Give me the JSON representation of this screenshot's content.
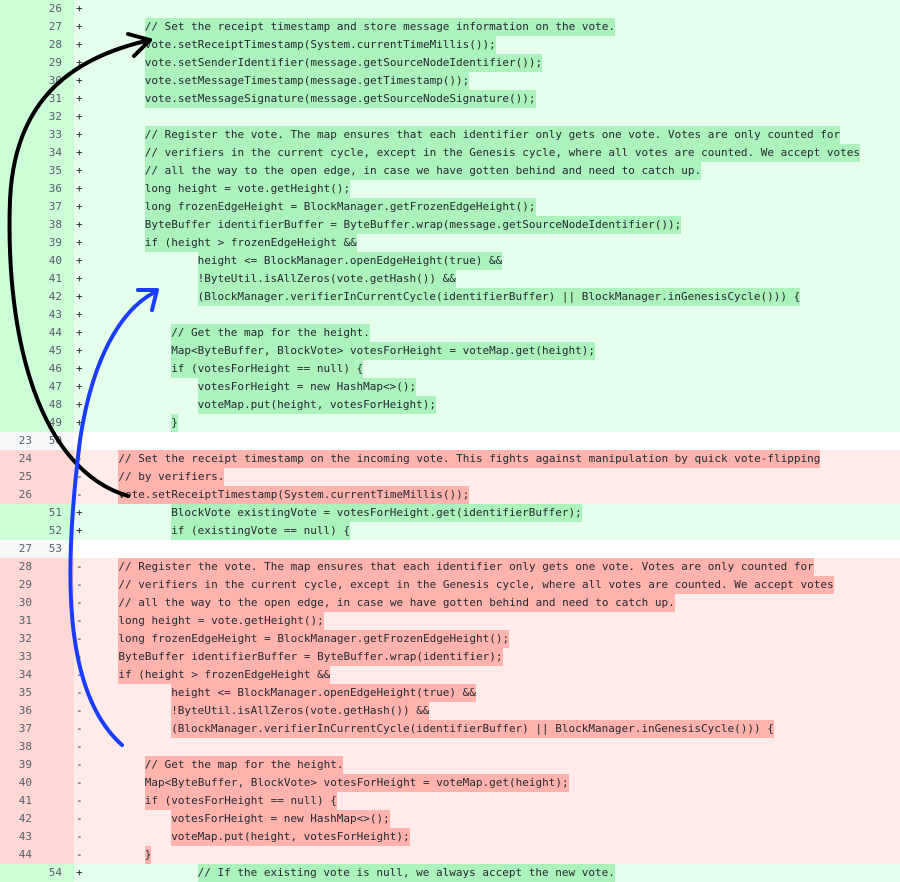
{
  "colors": {
    "add_bg": "#e6ffec",
    "add_hl": "#abf2bc",
    "del_bg": "#ffebe9",
    "del_hl": "#ffb3ad",
    "arrow_black": "#000000",
    "arrow_blue": "#1a3cff"
  },
  "lines": [
    {
      "old": "",
      "new": "26",
      "type": "add",
      "mark": "+",
      "indent": 0,
      "text": ""
    },
    {
      "old": "",
      "new": "27",
      "type": "add",
      "mark": "+",
      "indent": 8,
      "text": "// Set the receipt timestamp and store message information on the vote."
    },
    {
      "old": "",
      "new": "28",
      "type": "add",
      "mark": "+",
      "indent": 8,
      "text": "vote.setReceiptTimestamp(System.currentTimeMillis());"
    },
    {
      "old": "",
      "new": "29",
      "type": "add",
      "mark": "+",
      "indent": 8,
      "text": "vote.setSenderIdentifier(message.getSourceNodeIdentifier());"
    },
    {
      "old": "",
      "new": "30",
      "type": "add",
      "mark": "+",
      "indent": 8,
      "text": "vote.setMessageTimestamp(message.getTimestamp());"
    },
    {
      "old": "",
      "new": "31",
      "type": "add",
      "mark": "+",
      "indent": 8,
      "text": "vote.setMessageSignature(message.getSourceNodeSignature());"
    },
    {
      "old": "",
      "new": "32",
      "type": "add",
      "mark": "+",
      "indent": 0,
      "text": ""
    },
    {
      "old": "",
      "new": "33",
      "type": "add",
      "mark": "+",
      "indent": 8,
      "text": "// Register the vote. The map ensures that each identifier only gets one vote. Votes are only counted for"
    },
    {
      "old": "",
      "new": "34",
      "type": "add",
      "mark": "+",
      "indent": 8,
      "text": "// verifiers in the current cycle, except in the Genesis cycle, where all votes are counted. We accept votes"
    },
    {
      "old": "",
      "new": "35",
      "type": "add",
      "mark": "+",
      "indent": 8,
      "text": "// all the way to the open edge, in case we have gotten behind and need to catch up."
    },
    {
      "old": "",
      "new": "36",
      "type": "add",
      "mark": "+",
      "indent": 8,
      "text": "long height = vote.getHeight();"
    },
    {
      "old": "",
      "new": "37",
      "type": "add",
      "mark": "+",
      "indent": 8,
      "text": "long frozenEdgeHeight = BlockManager.getFrozenEdgeHeight();"
    },
    {
      "old": "",
      "new": "38",
      "type": "add",
      "mark": "+",
      "indent": 8,
      "text": "ByteBuffer identifierBuffer = ByteBuffer.wrap(message.getSourceNodeIdentifier());"
    },
    {
      "old": "",
      "new": "39",
      "type": "add",
      "mark": "+",
      "indent": 8,
      "text": "if (height > frozenEdgeHeight &&"
    },
    {
      "old": "",
      "new": "40",
      "type": "add",
      "mark": "+",
      "indent": 16,
      "text": "height <= BlockManager.openEdgeHeight(true) &&"
    },
    {
      "old": "",
      "new": "41",
      "type": "add",
      "mark": "+",
      "indent": 16,
      "text": "!ByteUtil.isAllZeros(vote.getHash()) &&"
    },
    {
      "old": "",
      "new": "42",
      "type": "add",
      "mark": "+",
      "indent": 16,
      "text": "(BlockManager.verifierInCurrentCycle(identifierBuffer) || BlockManager.inGenesisCycle())) {"
    },
    {
      "old": "",
      "new": "43",
      "type": "add",
      "mark": "+",
      "indent": 0,
      "text": ""
    },
    {
      "old": "",
      "new": "44",
      "type": "add",
      "mark": "+",
      "indent": 12,
      "text": "// Get the map for the height."
    },
    {
      "old": "",
      "new": "45",
      "type": "add",
      "mark": "+",
      "indent": 12,
      "text": "Map<ByteBuffer, BlockVote> votesForHeight = voteMap.get(height);"
    },
    {
      "old": "",
      "new": "46",
      "type": "add",
      "mark": "+",
      "indent": 12,
      "text": "if (votesForHeight == null) {"
    },
    {
      "old": "",
      "new": "47",
      "type": "add",
      "mark": "+",
      "indent": 16,
      "text": "votesForHeight = new HashMap<>();"
    },
    {
      "old": "",
      "new": "48",
      "type": "add",
      "mark": "+",
      "indent": 16,
      "text": "voteMap.put(height, votesForHeight);"
    },
    {
      "old": "",
      "new": "49",
      "type": "add",
      "mark": "+",
      "indent": 12,
      "text": "}"
    },
    {
      "old": "23",
      "new": "50",
      "type": "ctx",
      "mark": "",
      "indent": 0,
      "text": ""
    },
    {
      "old": "24",
      "new": "",
      "type": "del",
      "mark": "-",
      "indent": 4,
      "text": "// Set the receipt timestamp on the incoming vote. This fights against manipulation by quick vote-flipping"
    },
    {
      "old": "25",
      "new": "",
      "type": "del",
      "mark": "-",
      "indent": 4,
      "text": "// by verifiers."
    },
    {
      "old": "26",
      "new": "",
      "type": "del",
      "mark": "-",
      "indent": 4,
      "text": "vote.setReceiptTimestamp(System.currentTimeMillis());"
    },
    {
      "old": "",
      "new": "51",
      "type": "add",
      "mark": "+",
      "indent": 12,
      "text": "BlockVote existingVote = votesForHeight.get(identifierBuffer);"
    },
    {
      "old": "",
      "new": "52",
      "type": "add",
      "mark": "+",
      "indent": 12,
      "text": "if (existingVote == null) {"
    },
    {
      "old": "27",
      "new": "53",
      "type": "ctx",
      "mark": "",
      "indent": 0,
      "text": ""
    },
    {
      "old": "28",
      "new": "",
      "type": "del",
      "mark": "-",
      "indent": 4,
      "text": "// Register the vote. The map ensures that each identifier only gets one vote. Votes are only counted for"
    },
    {
      "old": "29",
      "new": "",
      "type": "del",
      "mark": "-",
      "indent": 4,
      "text": "// verifiers in the current cycle, except in the Genesis cycle, where all votes are counted. We accept votes"
    },
    {
      "old": "30",
      "new": "",
      "type": "del",
      "mark": "-",
      "indent": 4,
      "text": "// all the way to the open edge, in case we have gotten behind and need to catch up."
    },
    {
      "old": "31",
      "new": "",
      "type": "del",
      "mark": "-",
      "indent": 4,
      "text": "long height = vote.getHeight();"
    },
    {
      "old": "32",
      "new": "",
      "type": "del",
      "mark": "-",
      "indent": 4,
      "text": "long frozenEdgeHeight = BlockManager.getFrozenEdgeHeight();"
    },
    {
      "old": "33",
      "new": "",
      "type": "del",
      "mark": "-",
      "indent": 4,
      "text": "ByteBuffer identifierBuffer = ByteBuffer.wrap(identifier);"
    },
    {
      "old": "34",
      "new": "",
      "type": "del",
      "mark": "-",
      "indent": 4,
      "text": "if (height > frozenEdgeHeight &&"
    },
    {
      "old": "35",
      "new": "",
      "type": "del",
      "mark": "-",
      "indent": 12,
      "text": "height <= BlockManager.openEdgeHeight(true) &&"
    },
    {
      "old": "36",
      "new": "",
      "type": "del",
      "mark": "-",
      "indent": 12,
      "text": "!ByteUtil.isAllZeros(vote.getHash()) &&"
    },
    {
      "old": "37",
      "new": "",
      "type": "del",
      "mark": "-",
      "indent": 12,
      "text": "(BlockManager.verifierInCurrentCycle(identifierBuffer) || BlockManager.inGenesisCycle())) {"
    },
    {
      "old": "38",
      "new": "",
      "type": "del",
      "mark": "-",
      "indent": 0,
      "text": ""
    },
    {
      "old": "39",
      "new": "",
      "type": "del",
      "mark": "-",
      "indent": 8,
      "text": "// Get the map for the height."
    },
    {
      "old": "40",
      "new": "",
      "type": "del",
      "mark": "-",
      "indent": 8,
      "text": "Map<ByteBuffer, BlockVote> votesForHeight = voteMap.get(height);"
    },
    {
      "old": "41",
      "new": "",
      "type": "del",
      "mark": "-",
      "indent": 8,
      "text": "if (votesForHeight == null) {"
    },
    {
      "old": "42",
      "new": "",
      "type": "del",
      "mark": "-",
      "indent": 12,
      "text": "votesForHeight = new HashMap<>();"
    },
    {
      "old": "43",
      "new": "",
      "type": "del",
      "mark": "-",
      "indent": 12,
      "text": "voteMap.put(height, votesForHeight);"
    },
    {
      "old": "44",
      "new": "",
      "type": "del",
      "mark": "-",
      "indent": 8,
      "text": "}"
    },
    {
      "old": "",
      "new": "54",
      "type": "add",
      "mark": "+",
      "indent": 16,
      "text": "// If the existing vote is null, we always accept the new vote."
    }
  ]
}
